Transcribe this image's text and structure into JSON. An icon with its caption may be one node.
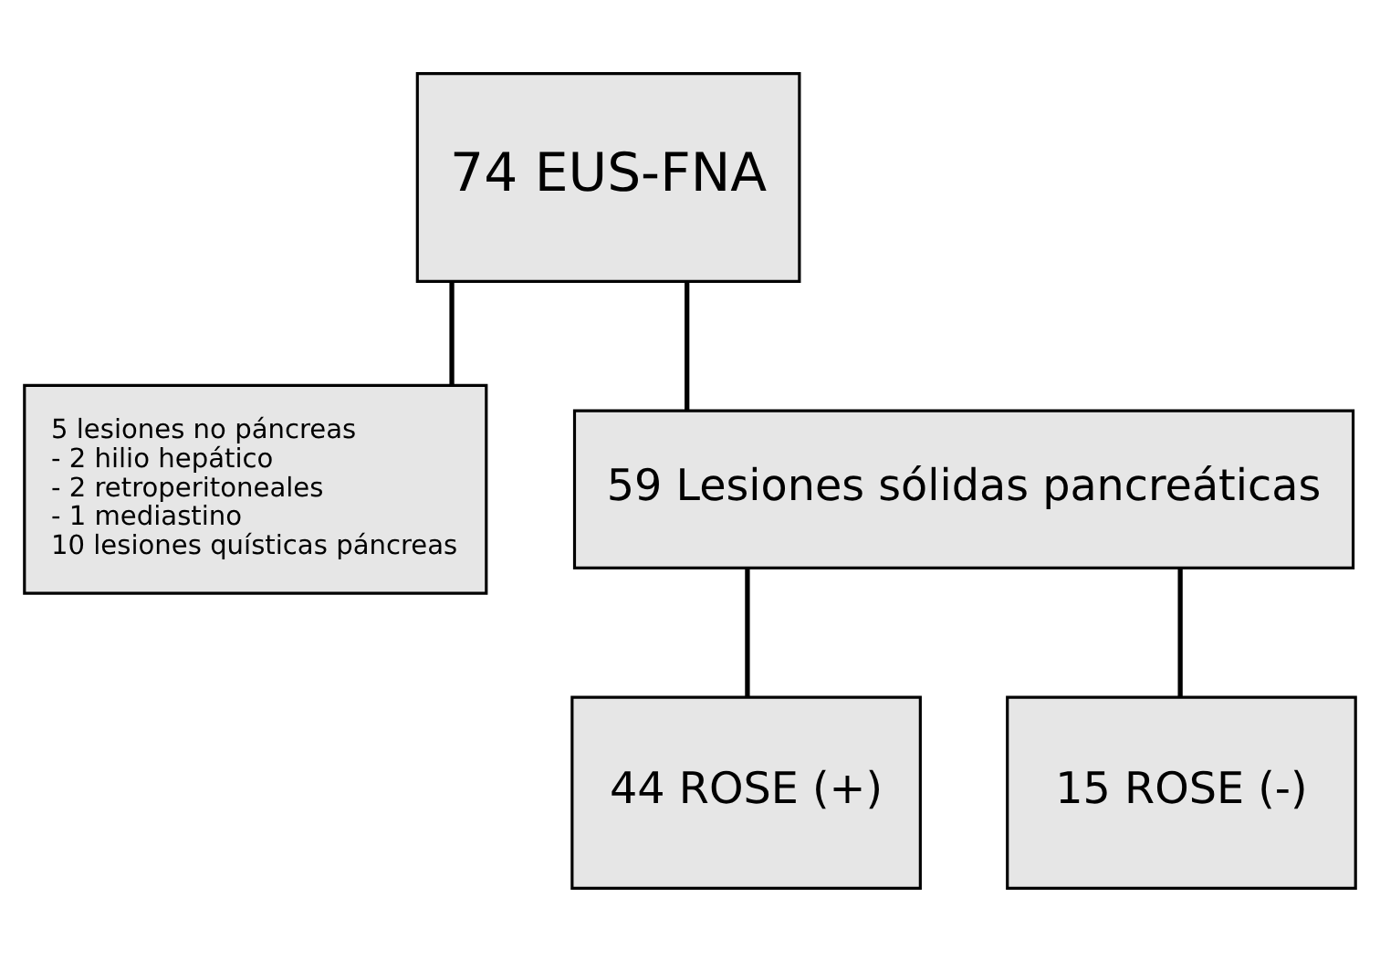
{
  "diagram": {
    "nodes": [
      {
        "text": [
          "74 EUS-FNA"
        ]
      },
      {
        "text": [
          "5 lesiones no páncreas",
          "- 2 hilio hepático",
          "- 2 retroperitoneales",
          "- 1 mediastino",
          "10 lesiones quísticas páncreas"
        ]
      },
      {
        "text": [
          "59 Lesiones sólidas pancreáticas"
        ]
      },
      {
        "text": [
          "44 ROSE (+)"
        ]
      },
      {
        "text": [
          "15 ROSE (-)"
        ]
      }
    ],
    "edges": [
      {
        "from": 0,
        "to": 1,
        "arrow": "none"
      },
      {
        "from": 0,
        "to": 2,
        "arrow": "none"
      },
      {
        "from": 2,
        "to": 3,
        "arrow": "none"
      },
      {
        "from": 2,
        "to": 4,
        "arrow": "none"
      }
    ]
  }
}
